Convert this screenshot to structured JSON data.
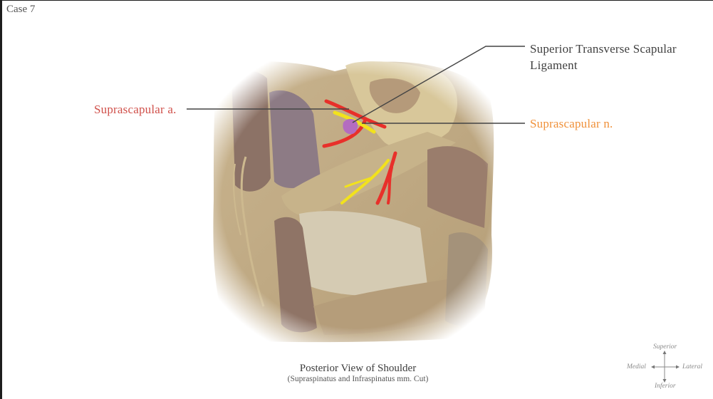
{
  "case_title": "Case 7",
  "labels": {
    "ligament_line1": "Superior Transverse Scapular",
    "ligament_line2": "Ligament",
    "nerve": "Suprascapular n.",
    "artery": "Suprascapular a."
  },
  "caption": {
    "title": "Posterior View of Shoulder",
    "subtitle": "(Supraspinatus and Infraspinatus mm. Cut)"
  },
  "orientation": {
    "superior": "Superior",
    "inferior": "Inferior",
    "medial": "Medial",
    "lateral": "Lateral"
  },
  "colors": {
    "artery": "#e8302a",
    "nerve": "#f2e21c",
    "ligament": "#b46cc0",
    "artery_label": "#d0504a",
    "nerve_label": "#f0913a",
    "leader_line": "#444444"
  }
}
